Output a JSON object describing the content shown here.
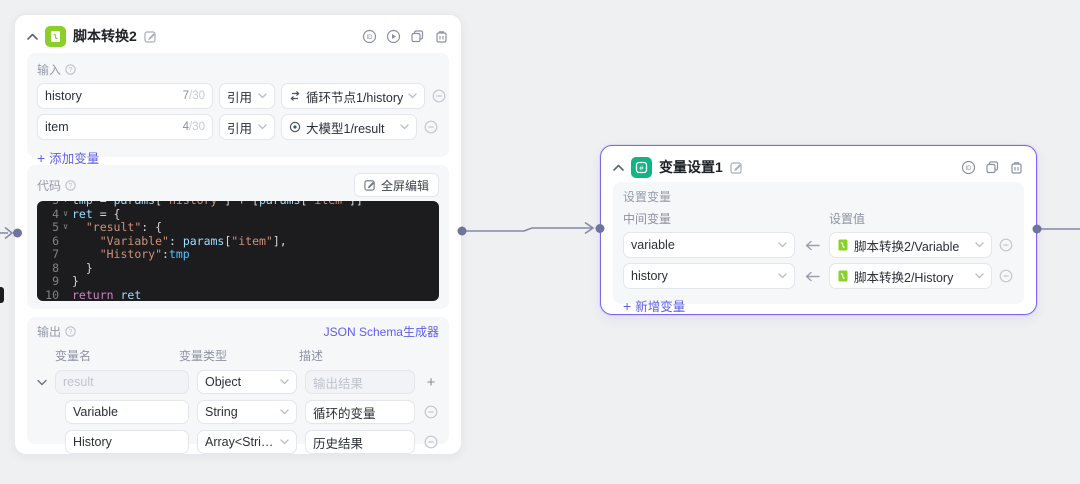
{
  "left_node": {
    "title": "脚本转换2",
    "input_section": {
      "label": "输入",
      "rows": [
        {
          "name": "history",
          "count": "7",
          "max": "/30",
          "mode": "引用",
          "ref": "循环节点1/history"
        },
        {
          "name": "item",
          "count": "4",
          "max": "/30",
          "mode": "引用",
          "ref": "大模型1/result"
        }
      ],
      "add_label": "添加变量"
    },
    "code_section": {
      "label": "代码",
      "fullscreen_label": "全屏编辑",
      "lines": [
        {
          "no": "3",
          "fold": true,
          "tokens": [
            [
              "id",
              "tmp"
            ],
            [
              "pl",
              " = "
            ],
            [
              "id",
              "params"
            ],
            [
              "pl",
              "["
            ],
            [
              "st",
              "\"history\""
            ],
            [
              "pl",
              "] + ["
            ],
            [
              "id",
              "params"
            ],
            [
              "pl",
              "["
            ],
            [
              "st",
              "\"item\""
            ],
            [
              "pl",
              "]]"
            ]
          ]
        },
        {
          "no": "4",
          "fold": true,
          "tokens": [
            [
              "id",
              "ret"
            ],
            [
              "pl",
              " = {"
            ]
          ]
        },
        {
          "no": "5",
          "fold": true,
          "tokens": [
            [
              "pl",
              "  "
            ],
            [
              "st",
              "\"result\""
            ],
            [
              "pl",
              ": {"
            ]
          ]
        },
        {
          "no": "6",
          "fold": false,
          "tokens": [
            [
              "pl",
              "    "
            ],
            [
              "st",
              "\"Variable\""
            ],
            [
              "pl",
              ": "
            ],
            [
              "id",
              "params"
            ],
            [
              "pl",
              "["
            ],
            [
              "st",
              "\"item\""
            ],
            [
              "pl",
              "],"
            ]
          ]
        },
        {
          "no": "7",
          "fold": false,
          "tokens": [
            [
              "pl",
              "    "
            ],
            [
              "st",
              "\"History\""
            ],
            [
              "pl",
              ":"
            ],
            [
              "id2",
              "tmp"
            ]
          ]
        },
        {
          "no": "8",
          "fold": false,
          "tokens": [
            [
              "pl",
              "  }"
            ]
          ]
        },
        {
          "no": "9",
          "fold": false,
          "tokens": [
            [
              "pl",
              "}"
            ]
          ]
        },
        {
          "no": "10",
          "fold": false,
          "tokens": [
            [
              "kw",
              "return"
            ],
            [
              "pl",
              " "
            ],
            [
              "id",
              "ret"
            ]
          ]
        }
      ]
    },
    "output_section": {
      "label": "输出",
      "generator_label": "JSON Schema生成器",
      "headers": [
        "变量名",
        "变量类型",
        "描述"
      ],
      "rows": [
        {
          "name": "result",
          "type": "Object",
          "desc": "输出结果"
        },
        {
          "name": "Variable",
          "type": "String",
          "desc": "循环的变量"
        },
        {
          "name": "History",
          "type": "Array<String>",
          "desc": "历史结果"
        }
      ]
    }
  },
  "right_node": {
    "title": "变量设置1",
    "section_label": "设置变量",
    "columns": {
      "left": "中间变量",
      "right": "设置值"
    },
    "rows": [
      {
        "name": "variable",
        "value": "脚本转换2/Variable"
      },
      {
        "name": "history",
        "value": "脚本转换2/History"
      }
    ],
    "add_label": "新增变量"
  },
  "colors": {
    "accent": "#5d5fe8",
    "selected_border": "#7d66f6",
    "script_icon_green": "#8bcf2a",
    "variable_icon_emerald": "#12b384",
    "editor_bg": "#1c1c1e"
  }
}
